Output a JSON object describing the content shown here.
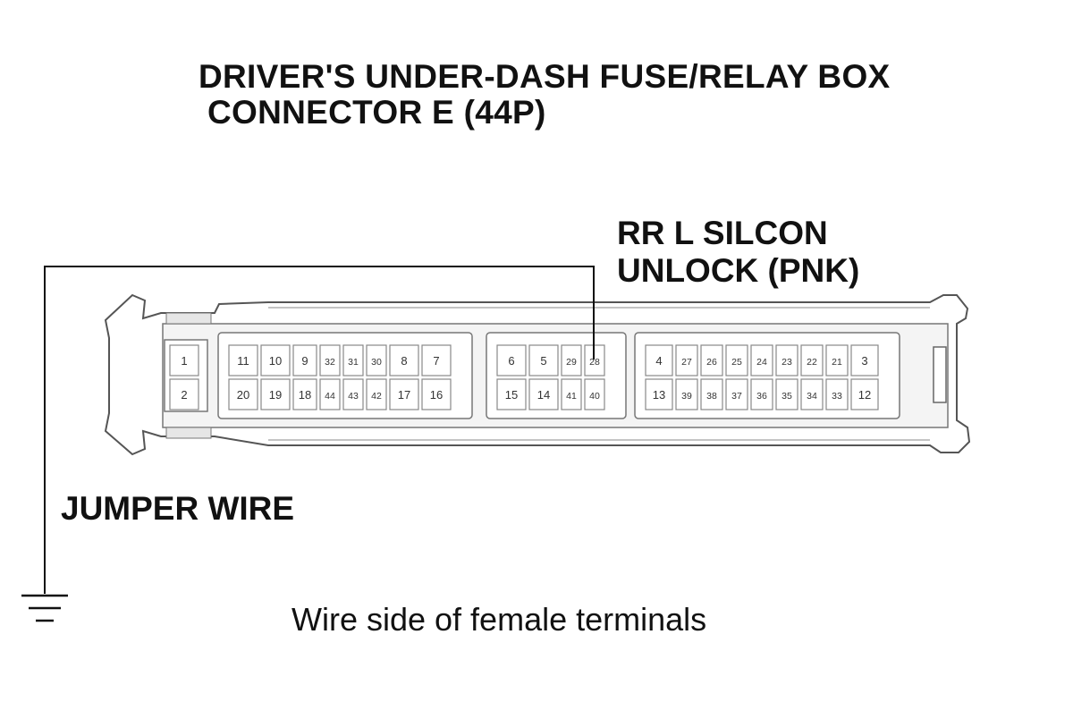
{
  "title": {
    "line1": "DRIVER'S UNDER-DASH FUSE/RELAY BOX",
    "line2": "CONNECTOR E (44P)"
  },
  "pin_label": {
    "line1": "RR L SILCON",
    "line2": "UNLOCK (PNK)"
  },
  "jumper_label": "JUMPER WIRE",
  "caption": "Wire side of female terminals",
  "connector": {
    "blocks": [
      {
        "top": [
          "1"
        ],
        "bottom": [
          "2"
        ]
      },
      {
        "top": [
          "11",
          "10",
          "9",
          "32",
          "31",
          "30",
          "8",
          "7"
        ],
        "bottom": [
          "20",
          "19",
          "18",
          "44",
          "43",
          "42",
          "17",
          "16"
        ]
      },
      {
        "top": [
          "6",
          "5",
          "29",
          "28"
        ],
        "bottom": [
          "15",
          "14",
          "41",
          "40"
        ]
      },
      {
        "top": [
          "4",
          "27",
          "26",
          "25",
          "24",
          "23",
          "22",
          "21",
          "3"
        ],
        "bottom": [
          "13",
          "39",
          "38",
          "37",
          "36",
          "35",
          "34",
          "33",
          "12"
        ]
      }
    ],
    "probed_terminal": "28"
  }
}
